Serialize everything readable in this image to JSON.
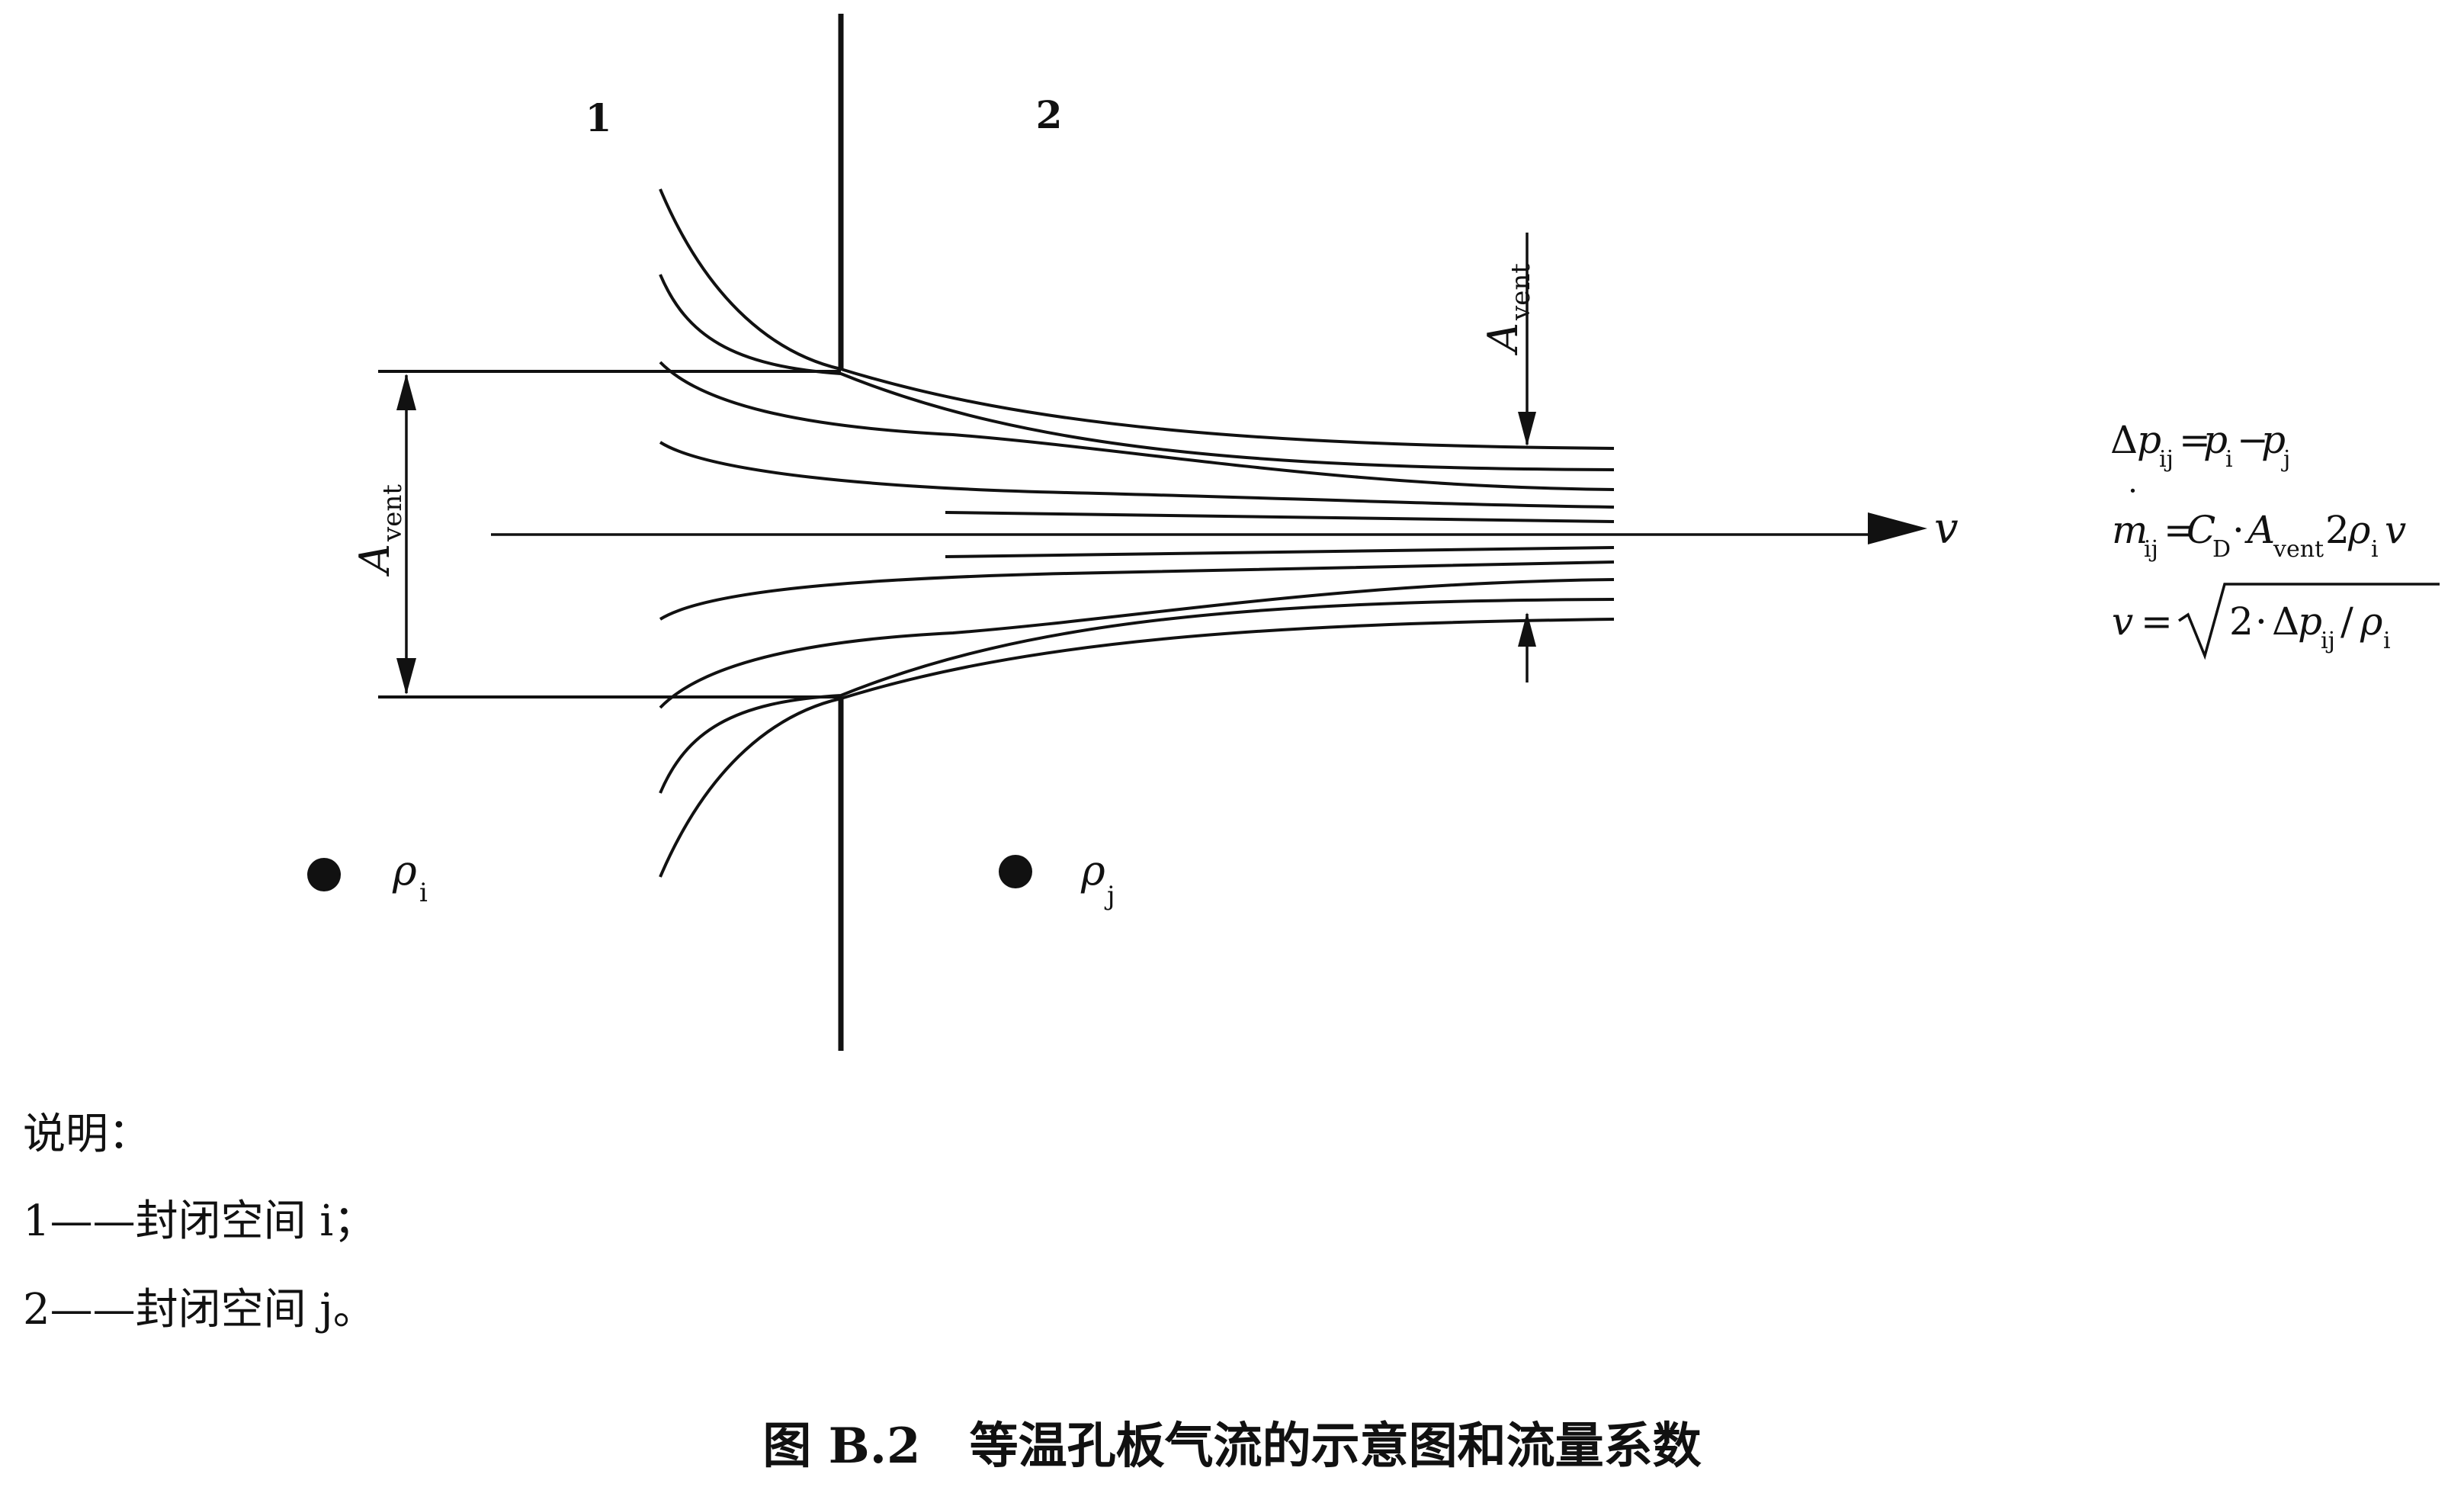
{
  "diagram": {
    "region_1_label": "1",
    "region_2_label": "2",
    "area_symbol": "A",
    "area_subscript": "vent",
    "density_symbol": "ρ",
    "density_i_subscript": "i",
    "density_j_subscript": "j",
    "velocity_symbol": "v"
  },
  "formulas": {
    "f1_delta": "Δ",
    "f1_p": "p",
    "f1_sub_ij": "ij",
    "f1_eq": "=",
    "f1_p_i": "p",
    "f1_sub_i": "i",
    "f1_minus": "−",
    "f1_p_j": "p",
    "f1_sub_j": "j",
    "f2_m": "m",
    "f2_dot": "˙",
    "f2_sub_ij": "ij",
    "f2_eq": "=",
    "f2_C": "C",
    "f2_sub_D": "D",
    "f2_cdot": "·",
    "f2_A": "A",
    "f2_sub_vent": "vent",
    "f2_two": "2",
    "f2_rho": "ρ",
    "f2_sub_i": "i",
    "f2_v": "v",
    "f3_v": "v",
    "f3_eq": "=",
    "f3_two": "2",
    "f3_cdot": "·",
    "f3_delta": "Δ",
    "f3_p": "p",
    "f3_sub_ij": "ij",
    "f3_slash": "/",
    "f3_rho": "ρ",
    "f3_sub_i": "i"
  },
  "legend": {
    "heading": "说明：",
    "item1": "1——封闭空间 i；",
    "item2": "2——封闭空间 j。"
  },
  "caption": "图 B.2　等温孔板气流的示意图和流量系数"
}
